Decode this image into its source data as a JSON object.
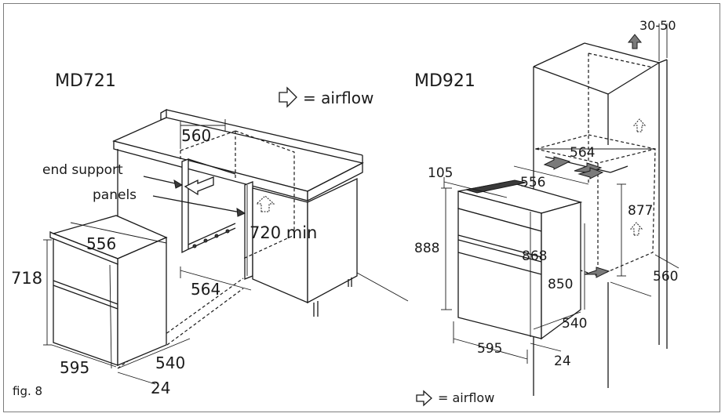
{
  "left_model": {
    "title": "MD721",
    "airflow_legend": "= airflow",
    "callout_line1": "end support",
    "callout_line2": "panels",
    "dims": {
      "cutout_width_top": "560",
      "oven_width_top": "556",
      "oven_height": "718",
      "cutout_min_height": "720 min",
      "cutout_width_bottom": "564",
      "oven_front_width": "595",
      "cutout_depth": "540",
      "front_protrusion": "24"
    }
  },
  "right_model": {
    "title": "MD921",
    "airflow_legend": "= airflow",
    "dims": {
      "top_vent_gap": "30-50",
      "cutout_width_top": "564",
      "cutout_width_mid": "556",
      "front_offset": "105",
      "cutout_height": "877",
      "oven_total_height": "888",
      "oven_body_height": "868",
      "oven_inner_height": "850",
      "cabinet_depth": "560",
      "cutout_depth": "540",
      "oven_front_width": "595",
      "front_protrusion": "24"
    }
  },
  "caption": "fig. 8",
  "colors": {
    "line": "#1a1a1a",
    "frame": "#7d7d7d",
    "background": "#ffffff"
  },
  "icons": [
    "airflow-arrow-icon"
  ]
}
